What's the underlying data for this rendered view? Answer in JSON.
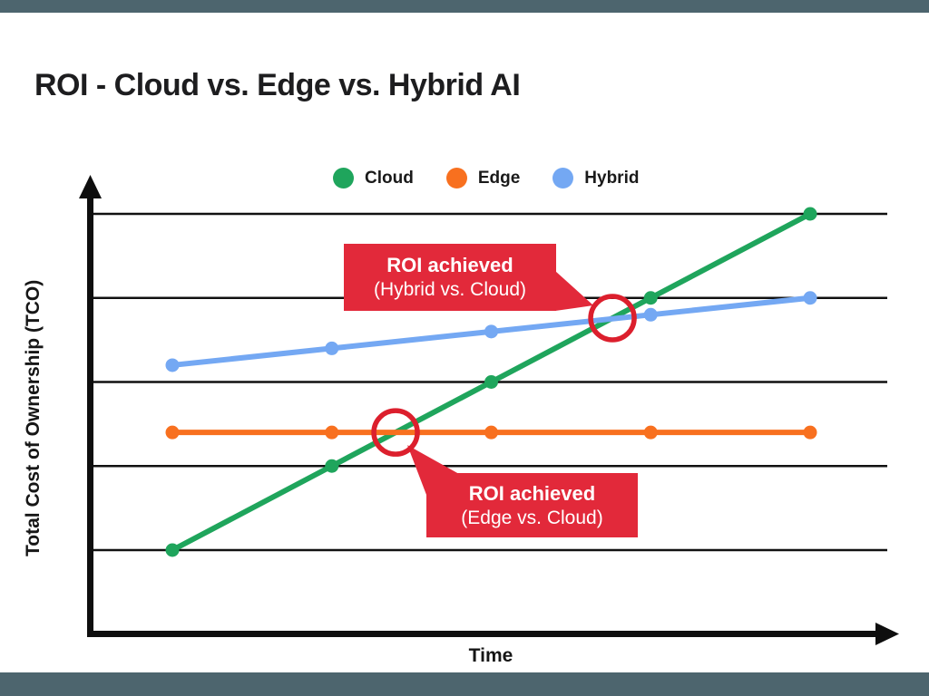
{
  "title": "ROI - Cloud vs. Edge vs. Hybrid AI",
  "axes": {
    "y_label": "Total Cost of Ownership (TCO)",
    "x_label": "Time"
  },
  "colors": {
    "frame": "#4D656E",
    "axis": "#0e0e0e",
    "gridline": "#111111",
    "callout_red": "#E2293A",
    "circle_red": "#DC1F2D",
    "cloud_green": "#1FA55C",
    "edge_orange": "#F8701F",
    "hybrid_blue": "#74A8F3"
  },
  "chart_data": {
    "type": "line",
    "title": "ROI - Cloud vs. Edge vs. Hybrid AI",
    "xlabel": "Time",
    "ylabel": "Total Cost of Ownership (TCO)",
    "x": [
      0,
      1,
      2,
      3,
      4
    ],
    "x_tick_labels": [],
    "y_gridline_values": [
      1,
      2,
      3,
      4,
      5
    ],
    "ylim": [
      0,
      5.7
    ],
    "grid": "horizontal-only",
    "legend_position": "top-center",
    "series": [
      {
        "name": "Cloud",
        "color": "#1FA55C",
        "values": [
          1.0,
          2.0,
          3.0,
          4.0,
          5.0
        ]
      },
      {
        "name": "Edge",
        "color": "#F8701F",
        "values": [
          2.4,
          2.4,
          2.4,
          2.4,
          2.4
        ]
      },
      {
        "name": "Hybrid",
        "color": "#74A8F3",
        "values": [
          3.2,
          3.4,
          3.6,
          3.8,
          4.0
        ]
      }
    ],
    "annotations": [
      {
        "label": "ROI achieved",
        "detail": "(Hybrid vs. Cloud)",
        "x": 2.76,
        "y": 3.76,
        "marker": "red-circle"
      },
      {
        "label": "ROI achieved",
        "detail": "(Edge vs. Cloud)",
        "x": 1.4,
        "y": 2.4,
        "marker": "red-circle"
      }
    ]
  }
}
